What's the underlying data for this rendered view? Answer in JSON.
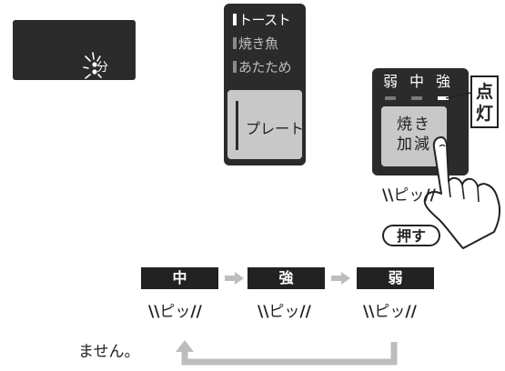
{
  "timer_display": {
    "unit_label": "分"
  },
  "mode_panel": {
    "items": [
      {
        "label": "トースト",
        "active": true
      },
      {
        "label": "焼き魚",
        "active": false
      },
      {
        "label": "あたため",
        "active": false
      }
    ],
    "plate_button_label": "プレート"
  },
  "doneness_panel": {
    "levels": [
      "弱",
      "中",
      "強"
    ],
    "selected_level": "強",
    "button_label_line1": "焼き",
    "button_label_line2": "加減"
  },
  "callout": {
    "light_on_line1": "点",
    "light_on_line2": "灯"
  },
  "beep_sound": "ピッ",
  "press_label": "押す",
  "sequence": [
    "中",
    "強",
    "弱"
  ],
  "partial_text": "ません。",
  "colors": {
    "panel_dark": "#2b2b2b",
    "button_gray": "#c8c8c8",
    "arrow_gray": "#bdbdbd",
    "led_off": "#7a7a7a",
    "led_on": "#ffffff"
  }
}
